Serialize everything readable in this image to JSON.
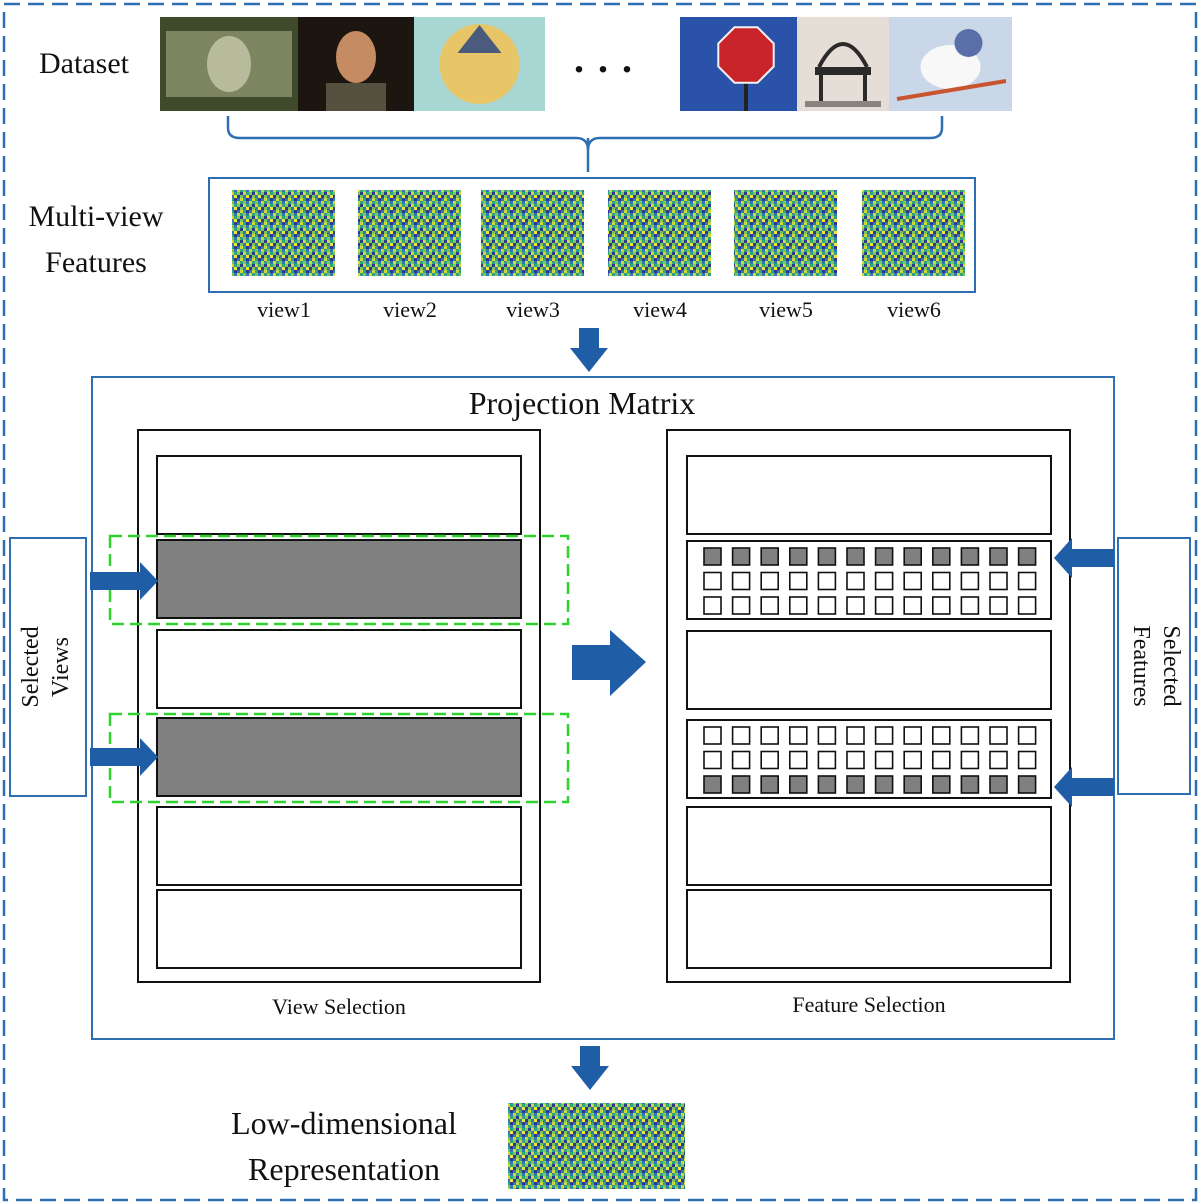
{
  "dataset": {
    "label": "Dataset",
    "ellipsis": "...",
    "images": [
      {
        "name": "dollar-bill-thumb",
        "colors": [
          "#3f4a2c",
          "#7c8560",
          "#b7bb9b"
        ]
      },
      {
        "name": "portrait-thumb",
        "colors": [
          "#1d1610",
          "#c58b63",
          "#56503f"
        ]
      },
      {
        "name": "cartoon-plate-thumb",
        "colors": [
          "#a8d6d3",
          "#e8c668",
          "#4a5b7d"
        ]
      },
      {
        "name": "stop-sign-thumb",
        "colors": [
          "#2a52a8",
          "#c8242a",
          "#f2f2f2"
        ]
      },
      {
        "name": "chair-thumb",
        "colors": [
          "#e4ded7",
          "#2c2a28",
          "#8a8480"
        ]
      },
      {
        "name": "snoopy-ski-thumb",
        "colors": [
          "#c9d7e8",
          "#5a6ea8",
          "#c8552d"
        ]
      }
    ]
  },
  "multiview": {
    "label_line1": "Multi-view",
    "label_line2": "Features",
    "views": [
      "view1",
      "view2",
      "view3",
      "view4",
      "view5",
      "view6"
    ]
  },
  "projection": {
    "title": "Projection Matrix",
    "view_selection_caption": "View Selection",
    "feature_selection_caption": "Feature Selection",
    "selected_views_line1": "Selected",
    "selected_views_line2": "Views",
    "selected_features_line1": "Selected",
    "selected_features_line2": "Features",
    "view_rows": [
      false,
      true,
      false,
      true,
      false,
      false
    ],
    "feature_grid_1": [
      [
        1,
        1,
        1,
        1,
        1,
        1,
        1,
        1,
        1,
        1,
        1,
        1
      ],
      [
        0,
        0,
        0,
        0,
        0,
        0,
        0,
        0,
        0,
        0,
        0,
        0
      ],
      [
        0,
        0,
        0,
        0,
        0,
        0,
        0,
        0,
        0,
        0,
        0,
        0
      ]
    ],
    "feature_grid_2": [
      [
        0,
        0,
        0,
        0,
        0,
        0,
        0,
        0,
        0,
        0,
        0,
        0
      ],
      [
        0,
        0,
        0,
        0,
        0,
        0,
        0,
        0,
        0,
        0,
        0,
        0
      ],
      [
        1,
        1,
        1,
        1,
        1,
        1,
        1,
        1,
        1,
        1,
        1,
        1
      ]
    ]
  },
  "output": {
    "label_line1": "Low-dimensional",
    "label_line2": "Representation"
  },
  "colors": {
    "blue_frame": "#2e6fb4",
    "arrow_blue": "#1f5ea6",
    "green_dash": "#2fd22f",
    "gray_fill": "#808080",
    "noise": [
      "#2b3a8f",
      "#2f78b8",
      "#2fa37f",
      "#7cc55a",
      "#cfd836",
      "#f1e63a"
    ]
  }
}
